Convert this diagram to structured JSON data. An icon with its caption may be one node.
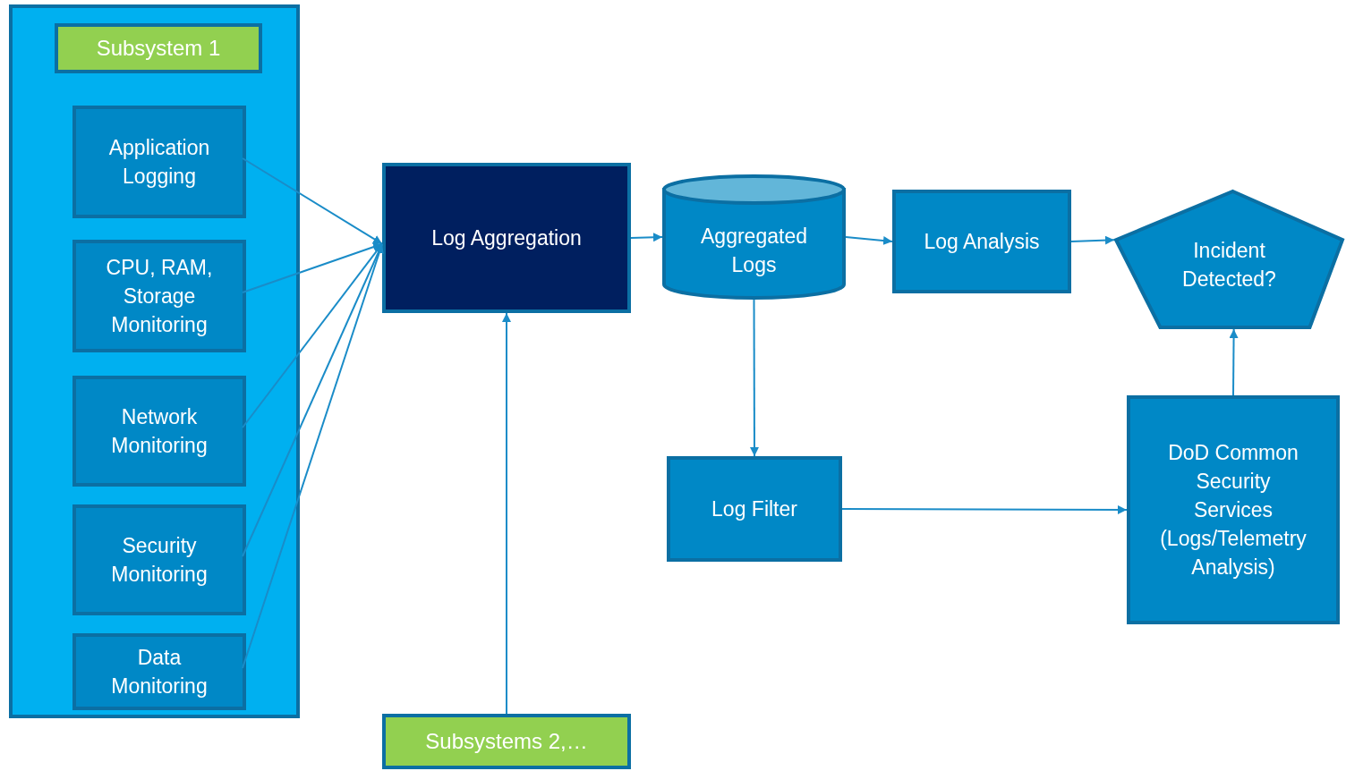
{
  "diagram": {
    "nodes": [
      {
        "text": [],
        "shape": "box"
      },
      {
        "text": [
          "Subsystem 1"
        ],
        "in": 0
      },
      {
        "text": [
          "Application Logging"
        ],
        "in": 0
      },
      {
        "text": [
          "CPU, RAM, Storage Monitoring"
        ],
        "in": 0
      },
      {
        "text": [
          "Network Monitoring"
        ],
        "in": 0
      },
      {
        "text": [
          "Security Monitoring"
        ],
        "in": 0
      },
      {
        "text": [
          "Data Monitoring"
        ],
        "in": 0
      },
      {
        "text": [
          "Log Aggregation"
        ]
      },
      {
        "text": [
          "Aggregated Logs"
        ]
      },
      {
        "text": [
          "Log Analysis"
        ]
      },
      {
        "text": [
          "Incident Detected?"
        ]
      },
      {
        "text": [
          "Log Filter"
        ]
      },
      {
        "text": [
          "DoD Common Security Services (Logs/Telemetry Analysis)"
        ]
      },
      {
        "text": [
          "Subsystems 2,…"
        ]
      }
    ],
    "edges": [
      {
        "from": 2,
        "to": 7,
        "arrow": "to"
      },
      {
        "from": 3,
        "to": 7,
        "arrow": "to"
      },
      {
        "from": 4,
        "to": 7,
        "arrow": "to"
      },
      {
        "from": 5,
        "to": 7,
        "arrow": "to"
      },
      {
        "from": 6,
        "to": 7,
        "arrow": "to"
      },
      {
        "from": 13,
        "to": 7,
        "arrow": "to"
      },
      {
        "from": 7,
        "to": 8,
        "arrow": "to"
      },
      {
        "from": 8,
        "to": 9,
        "arrow": "to"
      },
      {
        "from": 9,
        "to": 10,
        "arrow": "to"
      },
      {
        "from": 8,
        "to": 11,
        "arrow": "to"
      },
      {
        "from": 11,
        "to": 12,
        "arrow": "to"
      },
      {
        "from": 12,
        "to": 10,
        "arrow": "to"
      }
    ]
  }
}
